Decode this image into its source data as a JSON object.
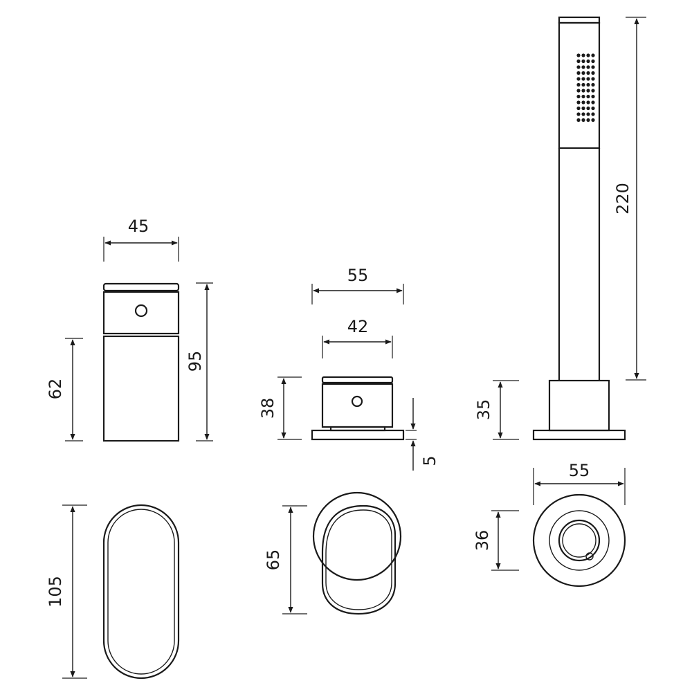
{
  "dimensions": {
    "mixer_width": "45",
    "mixer_height": "95",
    "mixer_body_height": "62",
    "mixer_top_length": "105",
    "diverter_base_width": "55",
    "diverter_body_width": "42",
    "diverter_height": "38",
    "diverter_base_thickness": "5",
    "diverter_top_length": "65",
    "shower_length": "220",
    "shower_base_height": "35",
    "shower_base_diameter": "55",
    "shower_inner_diameter": "36"
  }
}
